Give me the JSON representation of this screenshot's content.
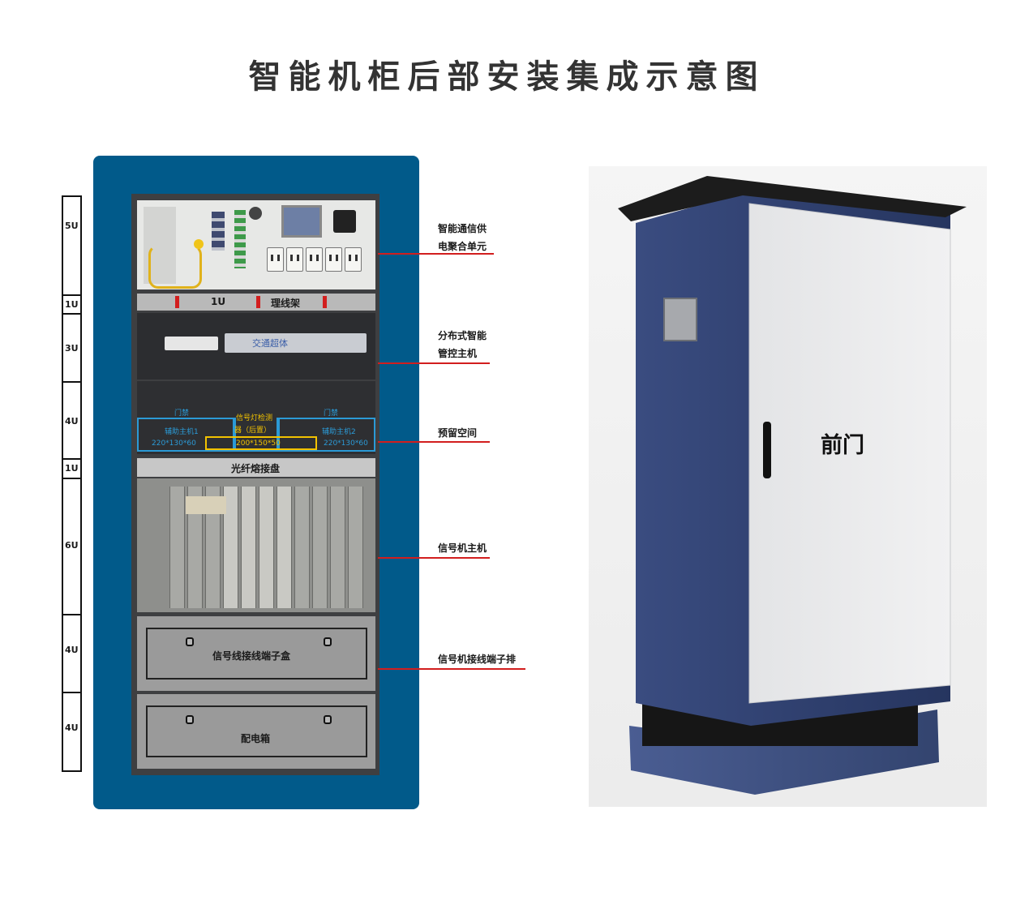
{
  "title": "智能机柜后部安装集成示意图",
  "ruler": [
    "5U",
    "1U",
    "3U",
    "4U",
    "1U",
    "6U",
    "4U",
    "4U"
  ],
  "rack": {
    "tray_units": "1U",
    "tray_label": "理线架",
    "fiber_label": "光纤熔接盘",
    "terminal_box_label": "信号线接线端子盒",
    "distribution_box_label": "配电箱",
    "reserve": {
      "left_top": "门禁",
      "left_mid": "辅助主机1",
      "left_size": "220*130*60",
      "center_top": "信号灯检测",
      "center_mid": "器（后置）",
      "center_size": "200*150*50",
      "right_top": "门禁",
      "right_mid": "辅助主机2",
      "right_size": "220*130*60"
    },
    "host_brand": "交通超体"
  },
  "callouts": [
    {
      "line1": "智能通信供",
      "line2": "电聚合单元"
    },
    {
      "line1": "分布式智能",
      "line2": "管控主机"
    },
    {
      "line1": "预留空间"
    },
    {
      "line1": "信号机主机"
    },
    {
      "line1": "信号机接线端子排"
    }
  ],
  "cabinet": {
    "door_label": "前门",
    "colors": {
      "body": "#2d3e6e",
      "door": "#e8e9eb",
      "roof": "#1c1c1c"
    }
  },
  "colors": {
    "rack_frame": "#015a8a",
    "callout_line": "#d21e1e",
    "reserve_box": "#2b9ad6",
    "reserve_highlight": "#f2c200"
  }
}
